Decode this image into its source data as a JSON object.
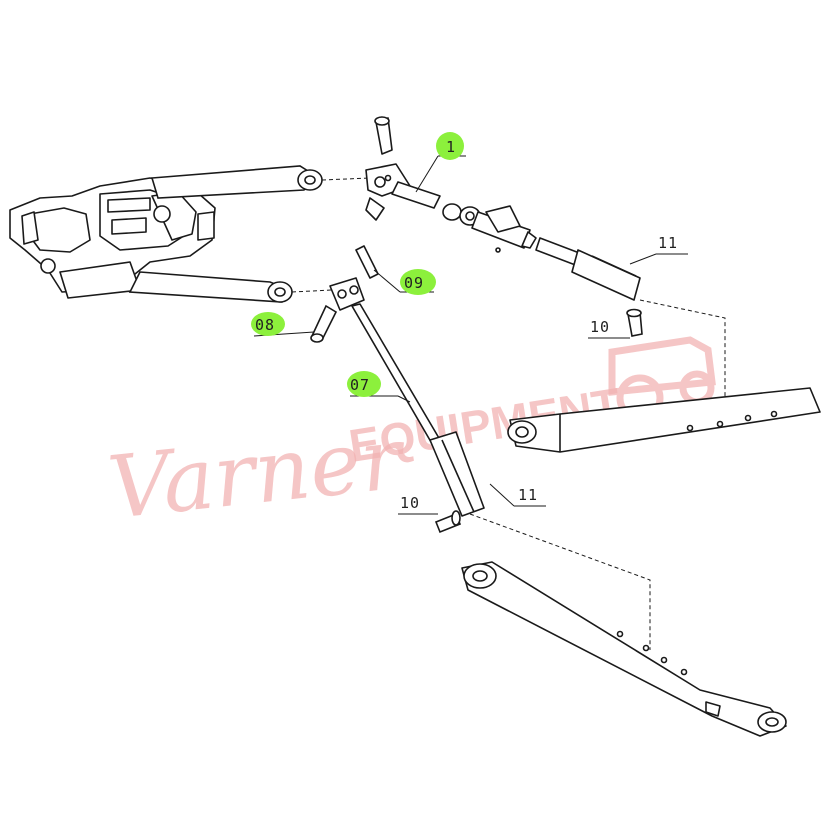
{
  "watermark": {
    "script_text": "Varner",
    "block_text": "EQUIPMENT",
    "color": "#f2b3b3"
  },
  "highlight_color": "#8cf03c",
  "callouts": [
    {
      "id": "1",
      "text": "1",
      "highlighted": true
    },
    {
      "id": "11-upper",
      "text": "11",
      "highlighted": false
    },
    {
      "id": "09",
      "text": "09",
      "highlighted": true
    },
    {
      "id": "08",
      "text": "08",
      "highlighted": true
    },
    {
      "id": "10-upper",
      "text": "10",
      "highlighted": false
    },
    {
      "id": "07",
      "text": "07",
      "highlighted": true
    },
    {
      "id": "10-lower",
      "text": "10",
      "highlighted": false
    },
    {
      "id": "11-lower",
      "text": "11",
      "highlighted": false
    }
  ]
}
